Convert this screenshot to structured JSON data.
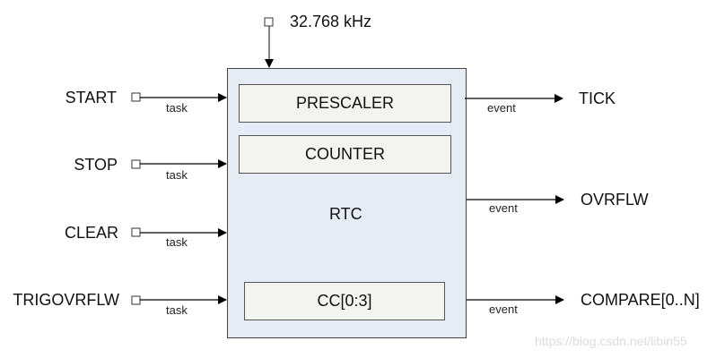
{
  "clock": {
    "label": "32.768 kHz"
  },
  "rtc": {
    "title": "RTC",
    "blocks": [
      "PRESCALER",
      "COUNTER",
      "CC[0:3]"
    ]
  },
  "tasks": [
    {
      "name": "START",
      "edge_label": "task"
    },
    {
      "name": "STOP",
      "edge_label": "task"
    },
    {
      "name": "CLEAR",
      "edge_label": "task"
    },
    {
      "name": "TRIGOVRFLW",
      "edge_label": "task"
    }
  ],
  "events": [
    {
      "name": "TICK",
      "edge_label": "event"
    },
    {
      "name": "OVRFLW",
      "edge_label": "event"
    },
    {
      "name": "COMPARE[0..N]",
      "edge_label": "event"
    }
  ],
  "watermark": "https://blog.csdn.net/libin55"
}
